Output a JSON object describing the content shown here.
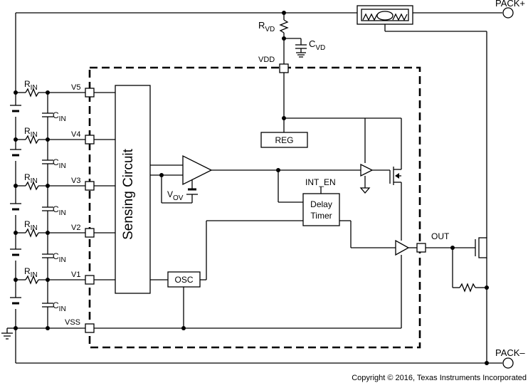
{
  "terminals": {
    "pack_plus": "PACK+",
    "pack_minus": "PACK–",
    "out": "OUT"
  },
  "pins": {
    "vdd": "VDD",
    "v5": "V5",
    "v4": "V4",
    "v3": "V3",
    "v2": "V2",
    "v1": "V1",
    "vss": "VSS"
  },
  "blocks": {
    "sensing": "Sensing Circuit",
    "reg": "REG",
    "osc": "OSC",
    "delay_line1": "Delay",
    "delay_line2": "Timer"
  },
  "signals": {
    "int_en": "INT_EN"
  },
  "components": {
    "r_vd": {
      "base": "R",
      "sub": "VD"
    },
    "c_vd": {
      "base": "C",
      "sub": "VD"
    },
    "v_ov": {
      "base": "V",
      "sub": "OV"
    },
    "r_in": {
      "base": "R",
      "sub": "IN"
    },
    "c_in": {
      "base": "C",
      "sub": "IN"
    }
  },
  "copyright": "Copyright © 2016, Texas Instruments Incorporated",
  "colors": {
    "line": "#000000",
    "background": "#ffffff"
  }
}
